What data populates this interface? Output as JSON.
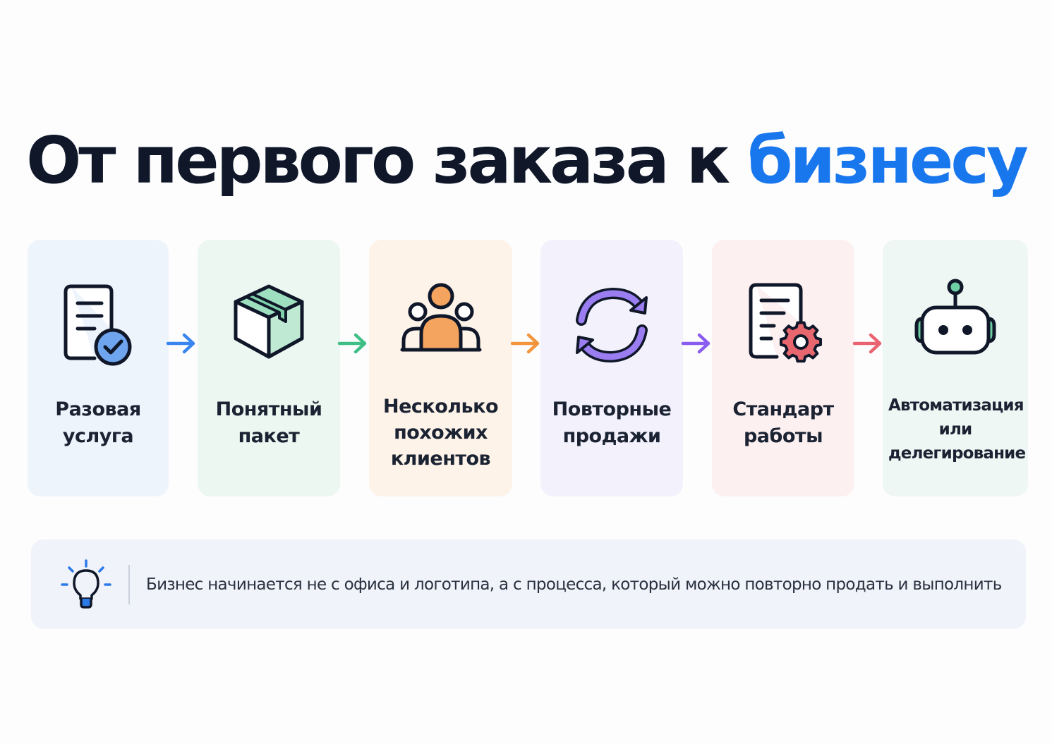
{
  "title": {
    "main": "От первого заказа к ",
    "accent": "бизнесу"
  },
  "steps": [
    {
      "line1": "Разовая",
      "line2": "услуга",
      "icon": "document-check-icon",
      "bg": "#eef4fc",
      "color": "#0f1729",
      "accent": "#3a7fe0"
    },
    {
      "line1": "Понятный",
      "line2": "пакет",
      "icon": "package-box-icon",
      "bg": "#ecf7f1",
      "color": "#0f1729",
      "accent": "#52c394"
    },
    {
      "line1": "Несколько",
      "line2": "похожих",
      "line3": "клиентов",
      "icon": "people-group-icon",
      "bg": "#fdf3e9",
      "color": "#0f1729",
      "accent": "#f4a45e"
    },
    {
      "line1": "Повторные",
      "line2": "продажи",
      "icon": "repeat-cycle-icon",
      "bg": "#f3f1fc",
      "color": "#0f1729",
      "accent": "#8a6be8"
    },
    {
      "line1": "Стандарт",
      "line2": "работы",
      "icon": "document-gear-icon",
      "bg": "#fcf0f1",
      "color": "#0f1729",
      "accent": "#e8676e"
    },
    {
      "line1": "Автоматизация",
      "line2": "или",
      "line3": "делегирование",
      "icon": "robot-icon",
      "bg": "#eef7f3",
      "color": "#0f1729",
      "accent": "#6fcfa4"
    }
  ],
  "arrows": [
    {
      "color": "#3a86f0",
      "icon": "arrow-right-icon"
    },
    {
      "color": "#3fbf86",
      "icon": "arrow-right-icon"
    },
    {
      "color": "#f2953c",
      "icon": "arrow-right-icon"
    },
    {
      "color": "#8a5cf0",
      "icon": "arrow-right-icon"
    },
    {
      "color": "#ea6370",
      "icon": "arrow-right-icon"
    }
  ],
  "note": {
    "icon": "lightbulb-icon",
    "text": "Бизнес начинается не с офиса и логотипа, а с процесса, который можно повторно продать и выполнить"
  }
}
